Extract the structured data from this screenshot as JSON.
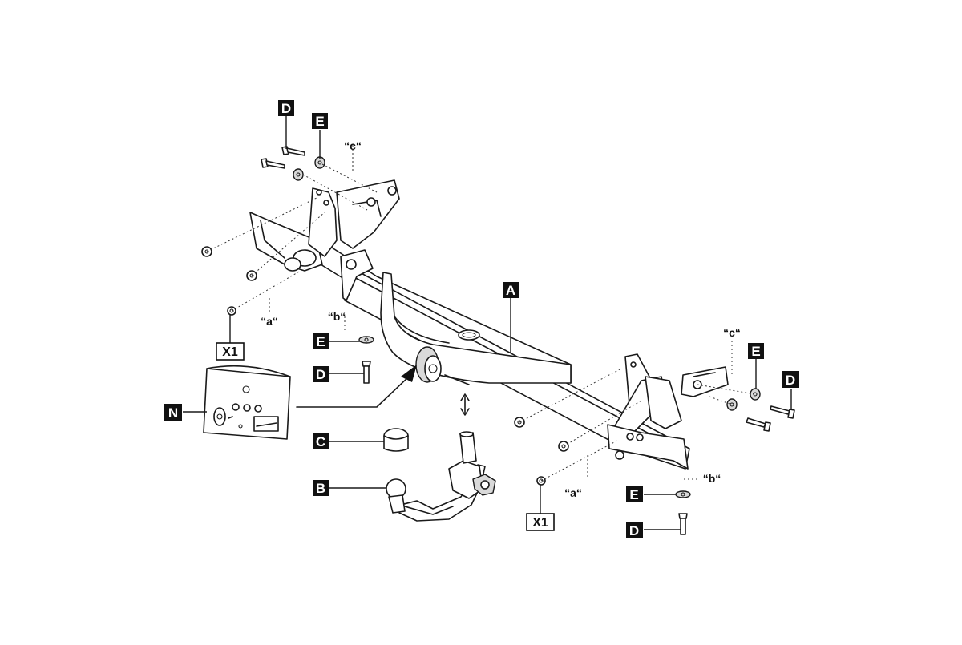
{
  "parts": {
    "A": "A",
    "B": "B",
    "C": "C",
    "N": "N",
    "D": "D",
    "E": "E",
    "X1": "X1"
  },
  "points": {
    "a": "“a“",
    "b": "“b“",
    "c": "“c“"
  },
  "colors": {
    "ink": "#1a1a1a",
    "label_fill": "#111111",
    "paper": "#ffffff"
  }
}
